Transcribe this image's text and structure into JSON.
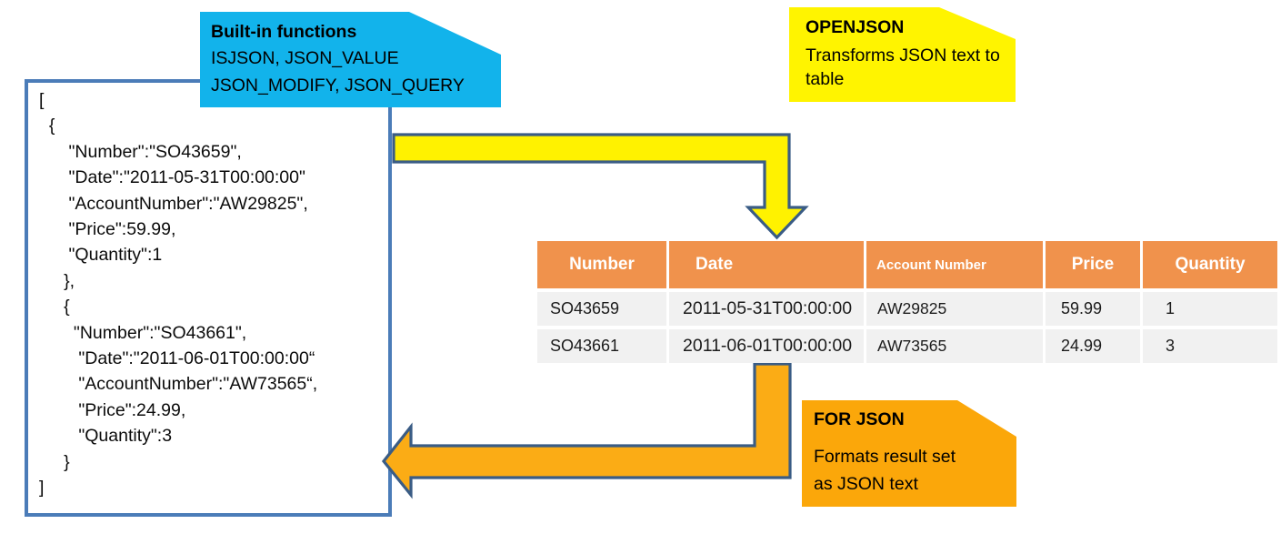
{
  "json_document": {
    "lines": [
      "[",
      "  {",
      "      \"Number\":\"SO43659\",",
      "      \"Date\":\"2011-05-31T00:00:00\"",
      "      \"AccountNumber\":\"AW29825\",",
      "      \"Price\":59.99,",
      "      \"Quantity\":1",
      "     },",
      "     {",
      "       \"Number\":\"SO43661\",",
      "        \"Date\":\"2011-06-01T00:00:00“",
      "        \"AccountNumber\":\"AW73565“,",
      "        \"Price\":24.99,",
      "        \"Quantity\":3",
      "     }",
      "]"
    ]
  },
  "callouts": {
    "builtin_functions": {
      "title": "Built-in functions",
      "lines": [
        "ISJSON, JSON_VALUE",
        "JSON_MODIFY, JSON_QUERY"
      ]
    },
    "openjson": {
      "title": "OPENJSON",
      "lines": [
        "Transforms JSON text to",
        "table"
      ]
    },
    "for_json": {
      "title": "FOR JSON",
      "lines": [
        "Formats result set",
        "as JSON text"
      ]
    }
  },
  "table": {
    "columns": [
      "Number",
      "Date",
      "Account Number",
      "Price",
      "Quantity"
    ],
    "rows": [
      [
        "SO43659",
        "2011-05-31T00:00:00",
        "AW29825",
        "59.99",
        "1"
      ],
      [
        "SO43661",
        "2011-06-01T00:00:00",
        "AW73565",
        "24.99",
        "3"
      ]
    ]
  },
  "colors": {
    "callout_cyan": "#12B3EB",
    "callout_yellow": "#FFF400",
    "callout_orange": "#FBA70A",
    "arrow_yellow_fill": "#FFF200",
    "arrow_orange_fill": "#FBAC15",
    "arrow_outline": "#3A5C85",
    "json_box_border": "#4B7CB8",
    "table_header_bg": "#F0924C",
    "table_row_bg": "#F1F1F1"
  }
}
